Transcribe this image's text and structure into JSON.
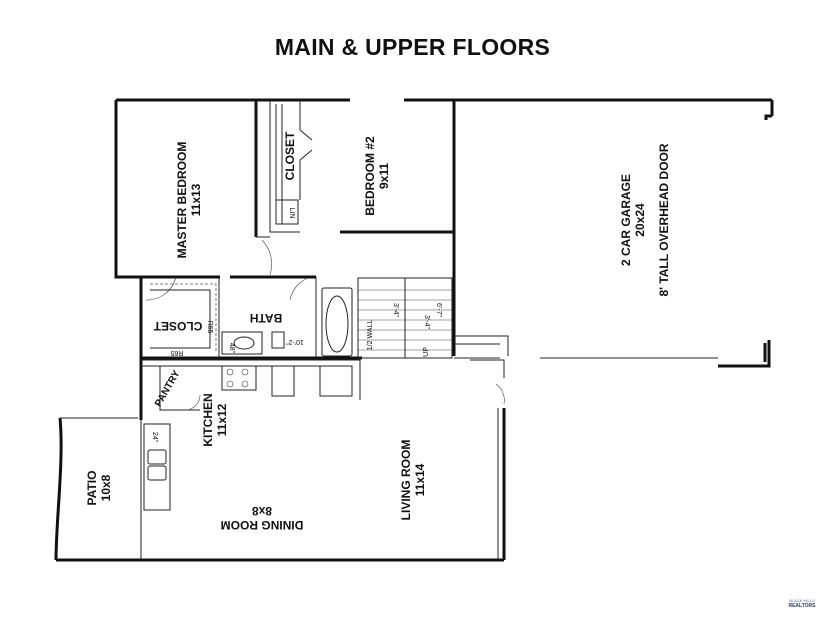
{
  "title": "MAIN & UPPER FLOORS",
  "rooms": {
    "master_bedroom": {
      "name": "MASTER BEDROOM",
      "size": "11x13"
    },
    "closet_upper": {
      "name": "CLOSET"
    },
    "bedroom2": {
      "name": "BEDROOM #2",
      "size": "9x11"
    },
    "garage": {
      "name": "2 CAR GARAGE",
      "size": "20x24",
      "note": "8' TALL OVERHEAD DOOR"
    },
    "closet_lower": {
      "name": "CLOSET"
    },
    "bath": {
      "name": "BATH"
    },
    "pantry": {
      "name": "PANTRY"
    },
    "kitchen": {
      "name": "KITCHEN",
      "size": "11x12"
    },
    "patio": {
      "name": "PATIO",
      "size": "10x8"
    },
    "dining": {
      "name": "DINING ROOM",
      "size": "8x8"
    },
    "living": {
      "name": "LIVING ROOM",
      "size": "11x14"
    }
  },
  "annotations": {
    "lin": "LIN",
    "r65a": "R65",
    "r65b": "R65",
    "d48": "48\"",
    "dim_bath": "10'-2\"",
    "dim_stair_a": "3'-4\"",
    "dim_stair_b": "6'-7\"",
    "dim_stair_c": "3'-4\"",
    "half_wall": "1/2 WALL",
    "up": "UP",
    "d24": "24\""
  },
  "logo": {
    "line1": "BLACK HILLS",
    "line2": "REALTORS"
  }
}
